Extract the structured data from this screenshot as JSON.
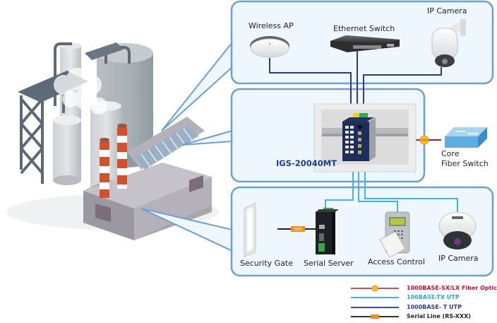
{
  "diagram": {
    "model": "IGS-20040MT",
    "panels": {
      "top": {
        "devices": [
          {
            "id": "wireless-ap",
            "label": "Wireless AP"
          },
          {
            "id": "ethernet-switch",
            "label": "Ethernet Switch"
          },
          {
            "id": "ip-camera-ptz",
            "label": "IP Camera"
          }
        ]
      },
      "middle": {
        "devices": [
          {
            "id": "igs-switch",
            "label": "IGS-20040MT"
          },
          {
            "id": "core-fiber-switch",
            "label_line1": "Core",
            "label_line2": "Fiber Switch"
          }
        ],
        "fiber_badge": "1000"
      },
      "bottom": {
        "devices": [
          {
            "id": "security-gate",
            "label": "Security Gate"
          },
          {
            "id": "serial-server",
            "label": "Serial Server"
          },
          {
            "id": "access-control",
            "label": "Access Control"
          },
          {
            "id": "ip-camera-dome",
            "label": "IP Camera"
          }
        ],
        "serial_badge": "IOIOI"
      }
    },
    "legend": [
      {
        "label": "1000BASE-SX/LX Fiber Optic",
        "color": "#c8102e",
        "line": "#d0505a",
        "marker": "circle"
      },
      {
        "label": "100BASE-TX UTP",
        "color": "#29a8e0",
        "line": "#3fb3e8",
        "marker": "none"
      },
      {
        "label": "1000BASE- T UTP",
        "color": "#2b3a97",
        "line": "#3a4aa8",
        "marker": "none"
      },
      {
        "label": "Serial Line (RS-XXX)",
        "color": "#222222",
        "line": "#333333",
        "marker": "box"
      }
    ],
    "colors": {
      "panel_fill": "#eef7fd",
      "panel_stroke": "#6a9fd8",
      "fiber": "#c8102e",
      "utp100": "#3fb3e8",
      "utp1000": "#2b3a97",
      "serial": "#222222",
      "badge_orange": "#f28a1e",
      "badge_yellow": "#f7c21a"
    }
  }
}
